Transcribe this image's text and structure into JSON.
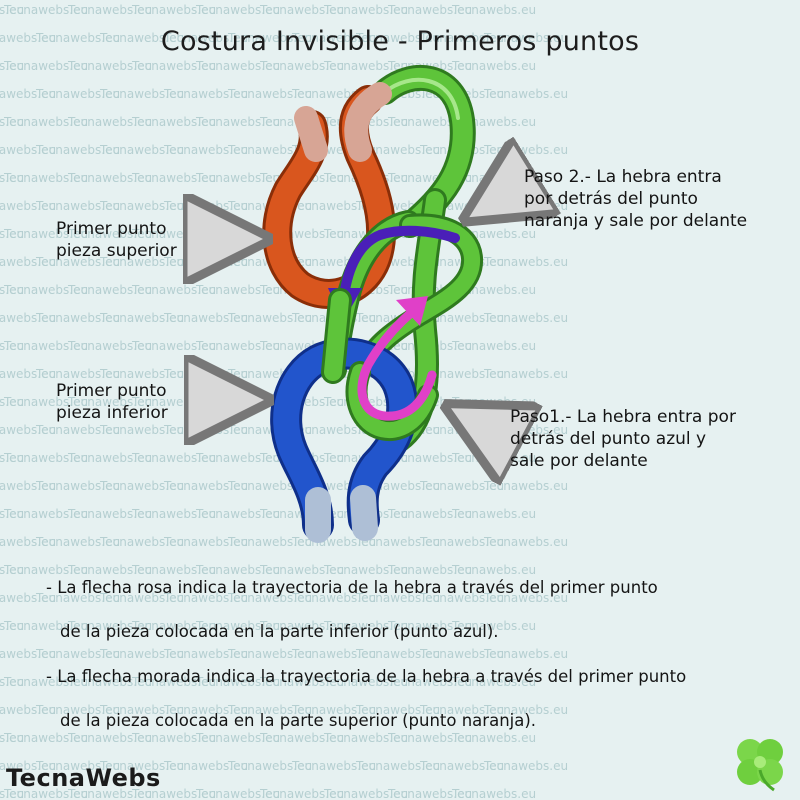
{
  "title": "Costura Invisible - Primeros puntos",
  "watermark": "Tecnawebs.eu",
  "labels": {
    "upper_stitch": [
      "Primer punto",
      "pieza superior"
    ],
    "lower_stitch": [
      "Primer punto",
      "pieza inferior"
    ],
    "step2": [
      "Paso 2.- La hebra entra",
      "por detrás del punto",
      "naranja y sale por delante"
    ],
    "step1": [
      "Paso1.- La hebra entra por",
      "detrás del punto azul y",
      "sale por delante"
    ]
  },
  "notes": [
    "- La flecha rosa indica la trayectoria de la hebra a través del primer punto",
    "de la pieza colocada en la parte inferior (punto azul).",
    "- La flecha morada indica la trayectoria de la hebra a través del primer punto",
    "de la pieza colocada en la parte superior (punto naranja)."
  ],
  "brand": "TecnaWebs",
  "colors": {
    "orange_stitch": "#d9561e",
    "blue_stitch": "#2255cc",
    "green_thread": "#5ec43a",
    "pink_arrow": "#e040c8",
    "purple_arrow": "#4a1fb8",
    "orange_tip": "#d7a595",
    "blue_tip": "#aebfd6"
  }
}
